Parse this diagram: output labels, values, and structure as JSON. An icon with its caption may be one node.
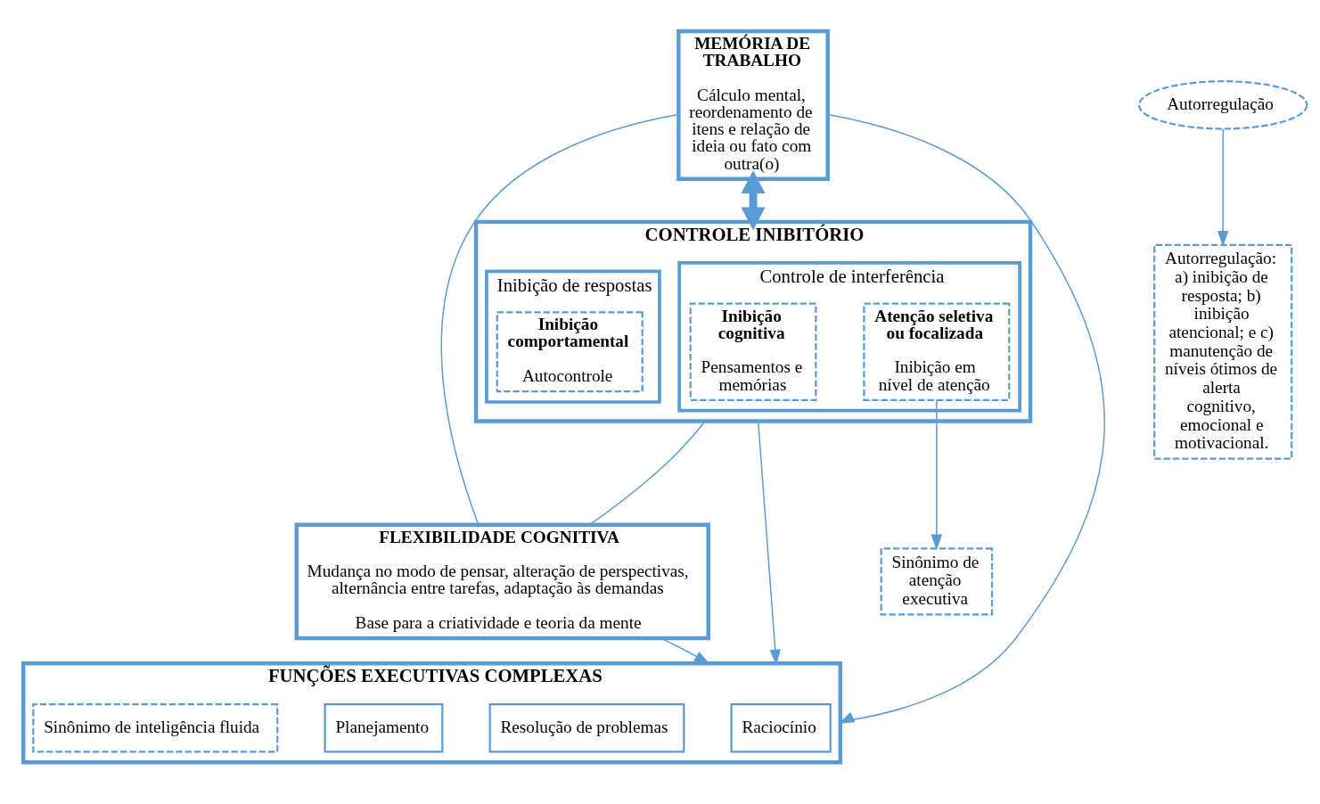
{
  "diagram": {
    "nodes": [
      {
        "text": [
          "MEMÓRIA DE TRABALHO",
          "Cálculo mental, reordenamento de itens e relação de ideia ou fato com outra(o)"
        ]
      },
      {
        "text": [
          "CONTROLE INIBITÓRIO"
        ]
      },
      {
        "text": [
          "Controle de interferência"
        ],
        "in": 1
      },
      {
        "text": [
          "Inibição cognitiva",
          "Pensamentos e memórias"
        ],
        "in": 2
      },
      {
        "text": [
          "Atenção seletiva ou focalizada",
          "Inibição em nível de atenção"
        ],
        "in": 2
      },
      {
        "text": [
          "Inibição de respostas"
        ],
        "in": 1
      },
      {
        "text": [
          "Inibição comportamental",
          "Autocontrole"
        ],
        "in": 5
      },
      {
        "text": [
          "Autorregulação"
        ]
      },
      {
        "text": [
          "FLEXIBILIDADE COGNITIVA",
          "Mudança no modo de pensar, alteração de perspectivas, alternância entre tarefas, adaptação às demandas",
          "Base para a criatividade e teoria da mente"
        ]
      },
      {
        "text": [
          "Sinônimo de atenção executiva"
        ]
      },
      {
        "text": [
          "Autorregulação: a) inibição de resposta; b) inibição atencional; e c) manutenção de níveis ótimos de alerta cognitivo, emocional e motivacional."
        ]
      },
      {
        "text": [
          "FUNÇÕES EXECUTIVAS COMPLEXAS"
        ]
      },
      {
        "text": [
          "Raciocínio"
        ],
        "in": 11
      },
      {
        "text": [
          "Resolução de problemas"
        ],
        "in": 11
      },
      {
        "text": [
          "Planejamento"
        ],
        "in": 11
      },
      {
        "text": [
          "Sinônimo de inteligência fluida"
        ],
        "in": 11
      }
    ],
    "edges": [
      {
        "from": 0,
        "to": 1,
        "arrow": "both",
        "style": "thick"
      },
      {
        "from": 0,
        "to": 8,
        "arrow": "none"
      },
      {
        "from": 1,
        "to": 8,
        "arrow": "none"
      },
      {
        "from": 0,
        "to": 11,
        "arrow": "to"
      },
      {
        "from": 8,
        "to": 11,
        "arrow": "to"
      },
      {
        "from": 1,
        "to": 11,
        "arrow": "to"
      },
      {
        "from": 4,
        "to": 9,
        "arrow": "to"
      },
      {
        "from": 7,
        "to": 10,
        "arrow": "to"
      }
    ]
  }
}
